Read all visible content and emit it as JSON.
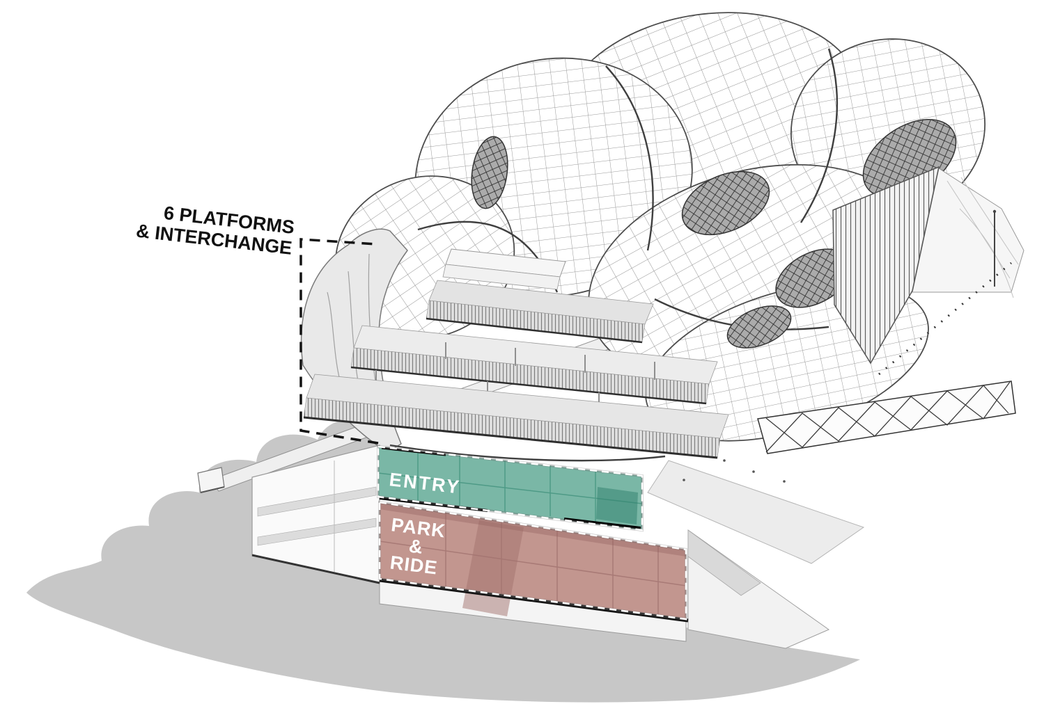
{
  "diagram": {
    "background_color": "#ffffff",
    "callout": {
      "line1": "6 PLATFORMS",
      "line2": "& INTERCHANGE",
      "text_color": "#111111",
      "dash_color": "#141414"
    },
    "zones": {
      "entry": {
        "label": "ENTRY",
        "fill": "#7ab7a6",
        "border": "#ffffff",
        "text_color": "#ffffff"
      },
      "park_ride": {
        "line1": "PARK",
        "line2": "&",
        "line3": "RIDE",
        "fill": "#c2968f",
        "border": "#ffffff",
        "text_color": "#ffffff"
      }
    },
    "palette": {
      "shadow": "#c7c7c7",
      "wireframe_line": "#4d4d4d",
      "structure_light": "#ececec",
      "structure_dark": "#2e2e2e"
    }
  }
}
